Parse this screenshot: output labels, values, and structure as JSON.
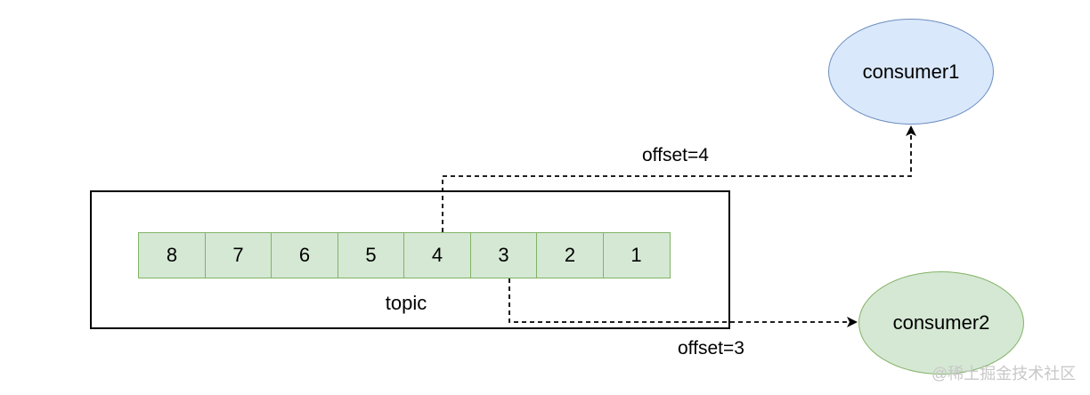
{
  "diagram": {
    "topic_label": "topic",
    "queue_cells": [
      "8",
      "7",
      "6",
      "5",
      "4",
      "3",
      "2",
      "1"
    ],
    "consumers": [
      {
        "label": "consumer1"
      },
      {
        "label": "consumer2"
      }
    ],
    "edges": [
      {
        "label": "offset=4"
      },
      {
        "label": "offset=3"
      }
    ],
    "watermark": "@稀土掘金技术社区"
  },
  "colors": {
    "cell_fill": "#d5e8d4",
    "cell_stroke": "#82b366",
    "consumer1_fill": "#dae8fc",
    "consumer1_stroke": "#6c8ebf",
    "consumer2_fill": "#d5e8d4",
    "consumer2_stroke": "#82b366",
    "edge_stroke": "#000000"
  }
}
